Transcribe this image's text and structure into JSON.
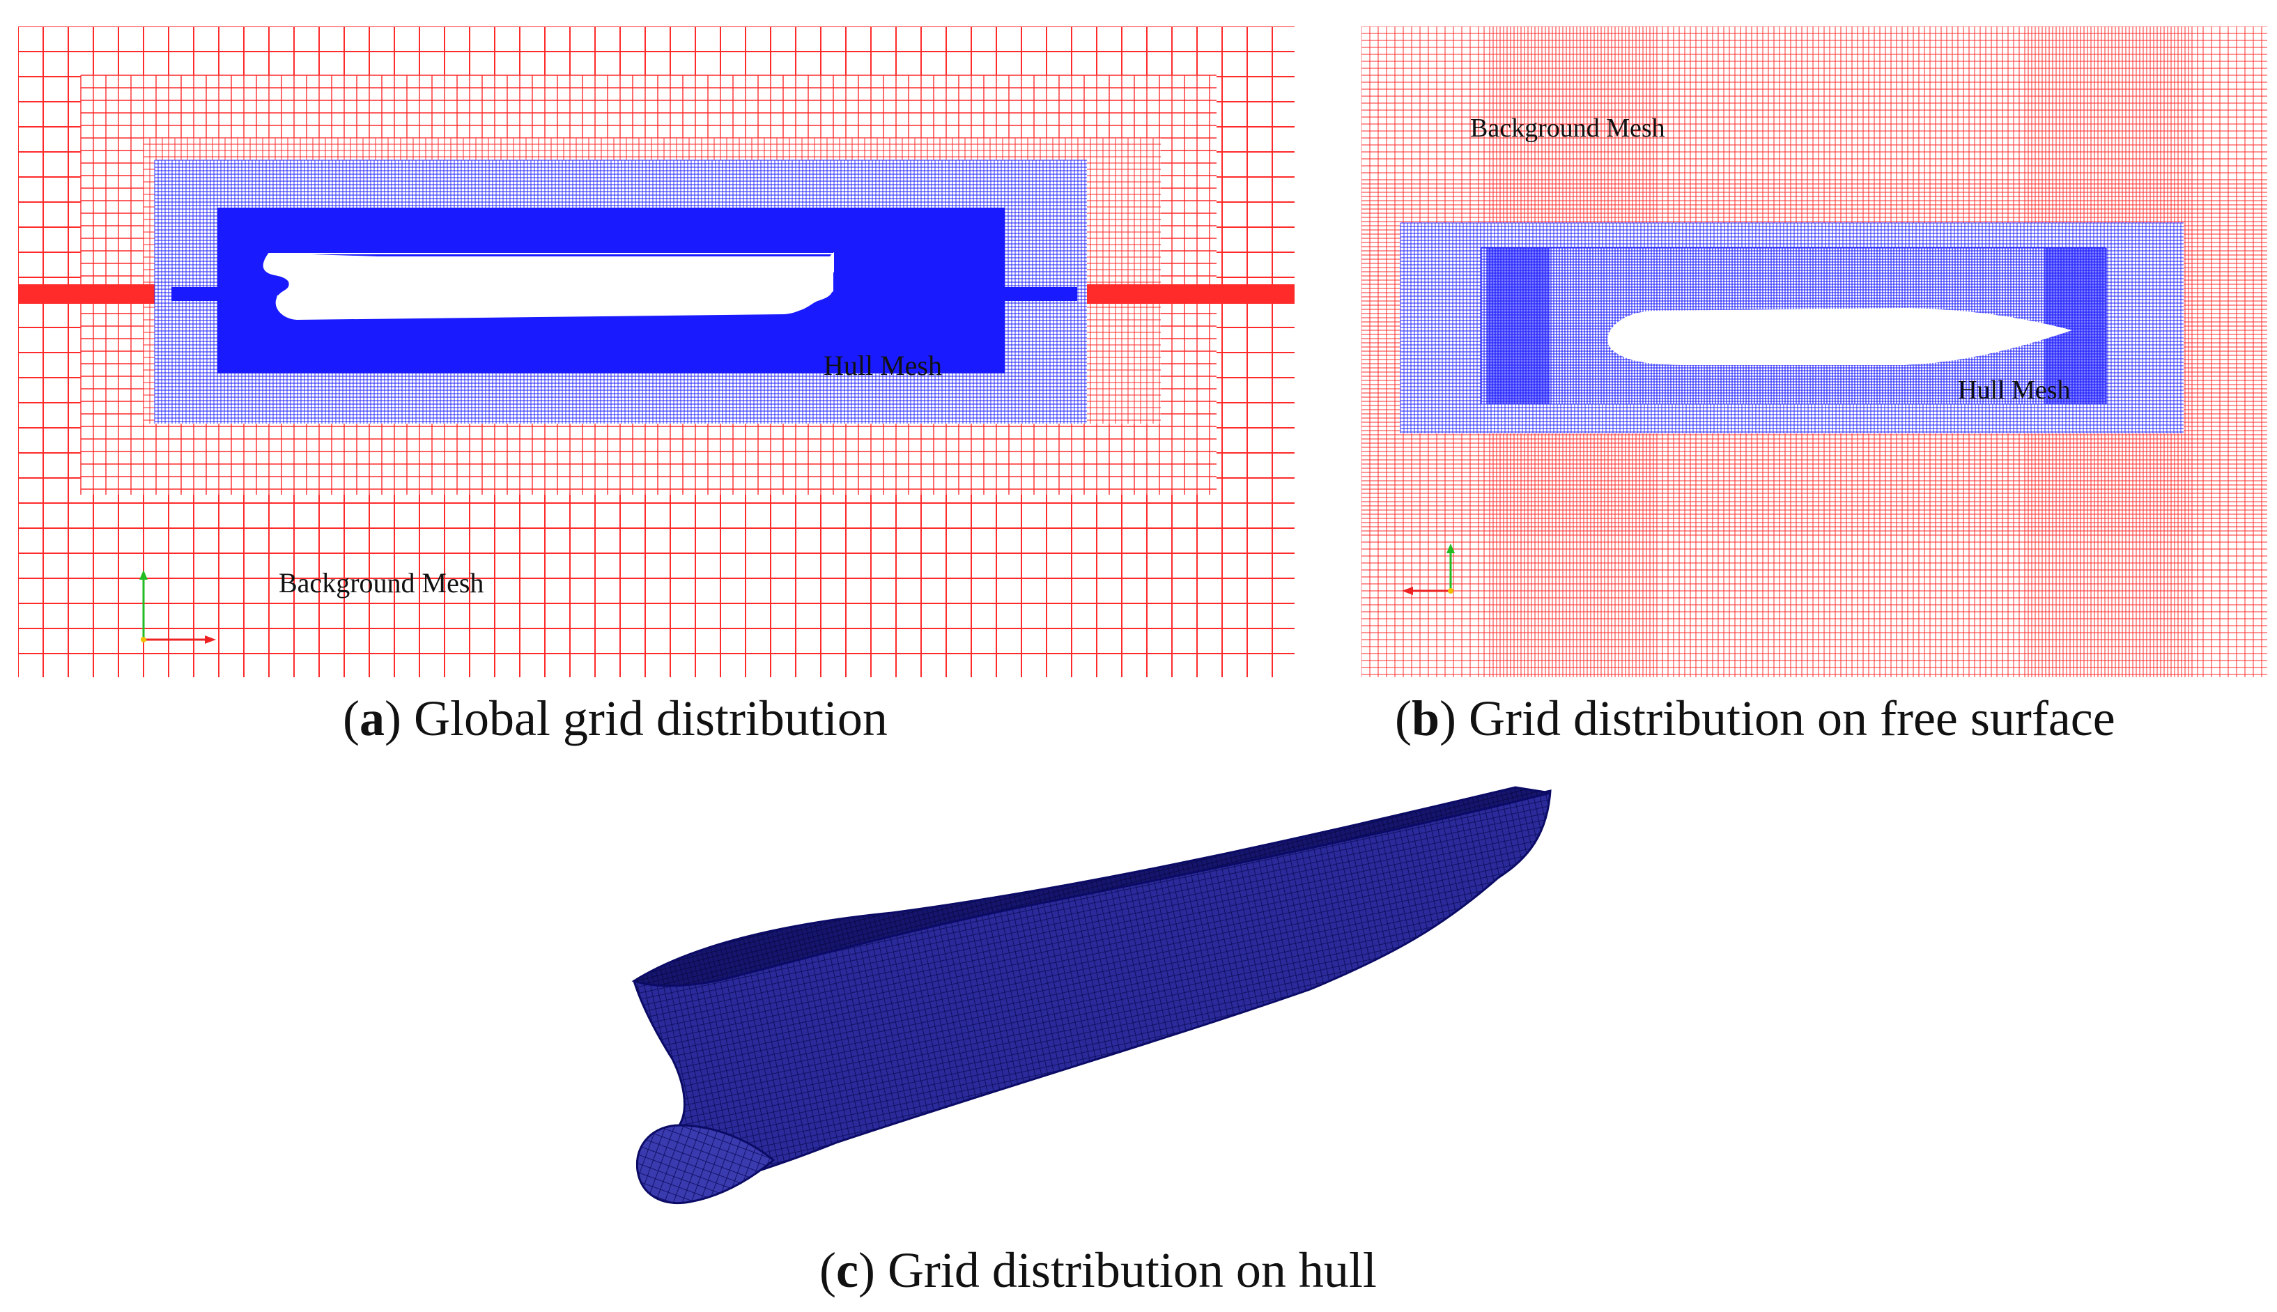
{
  "panels": {
    "a": {
      "letter": "a",
      "caption": "Global grid distribution",
      "labels": {
        "hull": "Hull Mesh",
        "background": "Background Mesh"
      }
    },
    "b": {
      "letter": "b",
      "caption": "Grid distribution on free surface",
      "labels": {
        "hull": "Hull Mesh",
        "background": "Background Mesh"
      }
    },
    "c": {
      "letter": "c",
      "caption": "Grid distribution on hull"
    }
  },
  "colors": {
    "background_mesh": "#ff2a2a",
    "hull_mesh": "#1a1aff",
    "hull_surface": "#1a1a8c",
    "hull_edge": "#0b0b66",
    "axis_y": "#22bb22",
    "axis_x": "#ee2222",
    "axis_origin": "#f0c000"
  }
}
